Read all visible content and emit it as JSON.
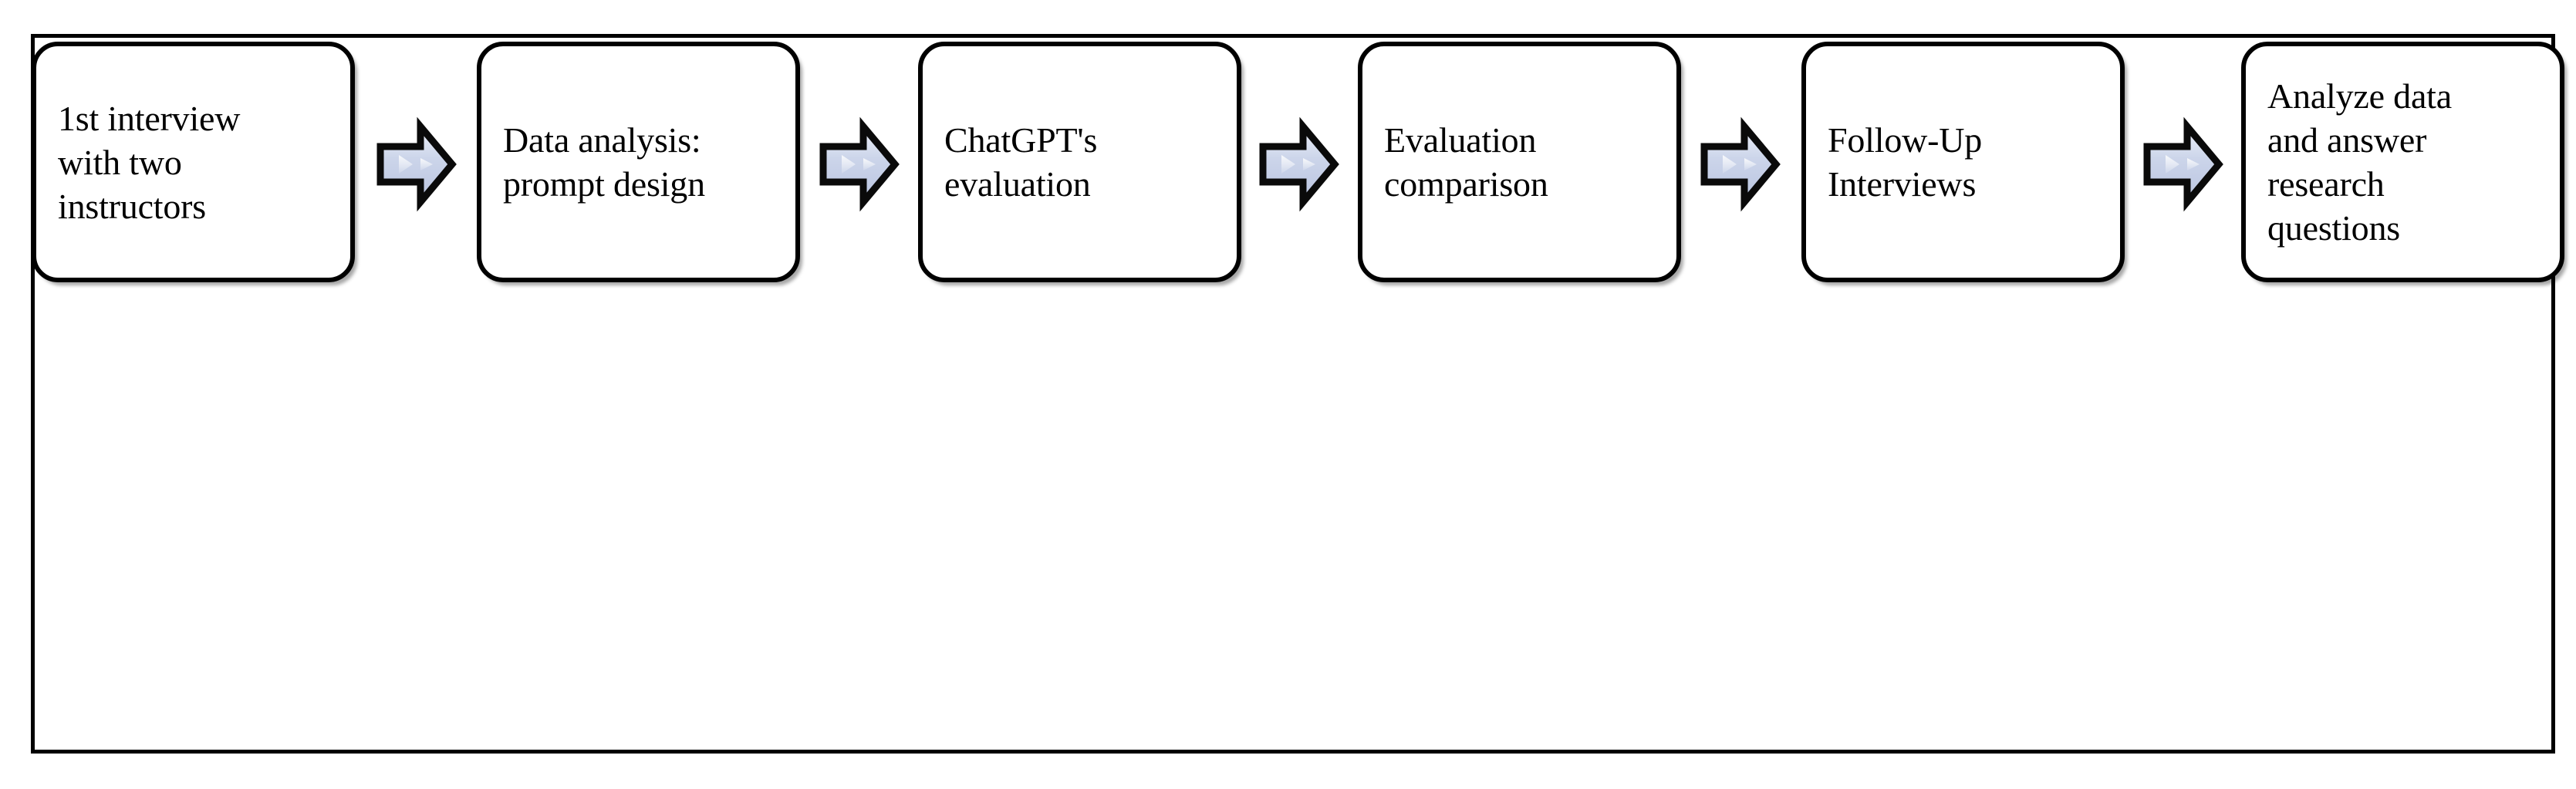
{
  "figure": {
    "type": "process-flowchart",
    "orientation": "horizontal-left-to-right",
    "frame": {
      "border_color": "#000000",
      "background_color": "#ffffff"
    },
    "node_style": {
      "shape": "rounded-rectangle",
      "border_color": "#000000",
      "fill_color": "#ffffff",
      "text_color": "#000000",
      "text_align": "left",
      "has_drop_shadow": true
    },
    "connector_style": {
      "shape": "block-arrow-right",
      "outline_color": "#000000",
      "fill_gradient_light": "#eef1f9",
      "fill_gradient_mid": "#ccd5ea",
      "fill_gradient_dark": "#b9c4e0"
    }
  },
  "steps": [
    {
      "index": 1,
      "id": "first-interview",
      "label": "1st interview\nwith two\ninstructors",
      "lines": [
        "1st interview",
        "with two",
        "instructors"
      ]
    },
    {
      "index": 2,
      "id": "data-analysis",
      "label": "Data analysis:\nprompt design",
      "lines": [
        "Data analysis:",
        "prompt design"
      ]
    },
    {
      "index": 3,
      "id": "chatgpt-evaluation",
      "label": "ChatGPT's\nevaluation",
      "lines": [
        "ChatGPT's",
        "evaluation"
      ]
    },
    {
      "index": 4,
      "id": "evaluation-comparison",
      "label": "Evaluation\ncomparison",
      "lines": [
        "Evaluation",
        "comparison"
      ]
    },
    {
      "index": 5,
      "id": "follow-up-interviews",
      "label": "Follow-Up\nInterviews",
      "lines": [
        "Follow-Up",
        "Interviews"
      ]
    },
    {
      "index": 6,
      "id": "analyze-and-answer",
      "label": "Analyze data\nand answer\nresearch\nquestions",
      "lines": [
        "Analyze data",
        "and answer",
        "research",
        "questions"
      ]
    }
  ],
  "connectors": [
    {
      "index": 1,
      "from": "first-interview",
      "to": "data-analysis",
      "glyph": "arrow-right-icon"
    },
    {
      "index": 2,
      "from": "data-analysis",
      "to": "chatgpt-evaluation",
      "glyph": "arrow-right-icon"
    },
    {
      "index": 3,
      "from": "chatgpt-evaluation",
      "to": "evaluation-comparison",
      "glyph": "arrow-right-icon"
    },
    {
      "index": 4,
      "from": "evaluation-comparison",
      "to": "follow-up-interviews",
      "glyph": "arrow-right-icon"
    },
    {
      "index": 5,
      "from": "follow-up-interviews",
      "to": "analyze-and-answer",
      "glyph": "arrow-right-icon"
    }
  ]
}
